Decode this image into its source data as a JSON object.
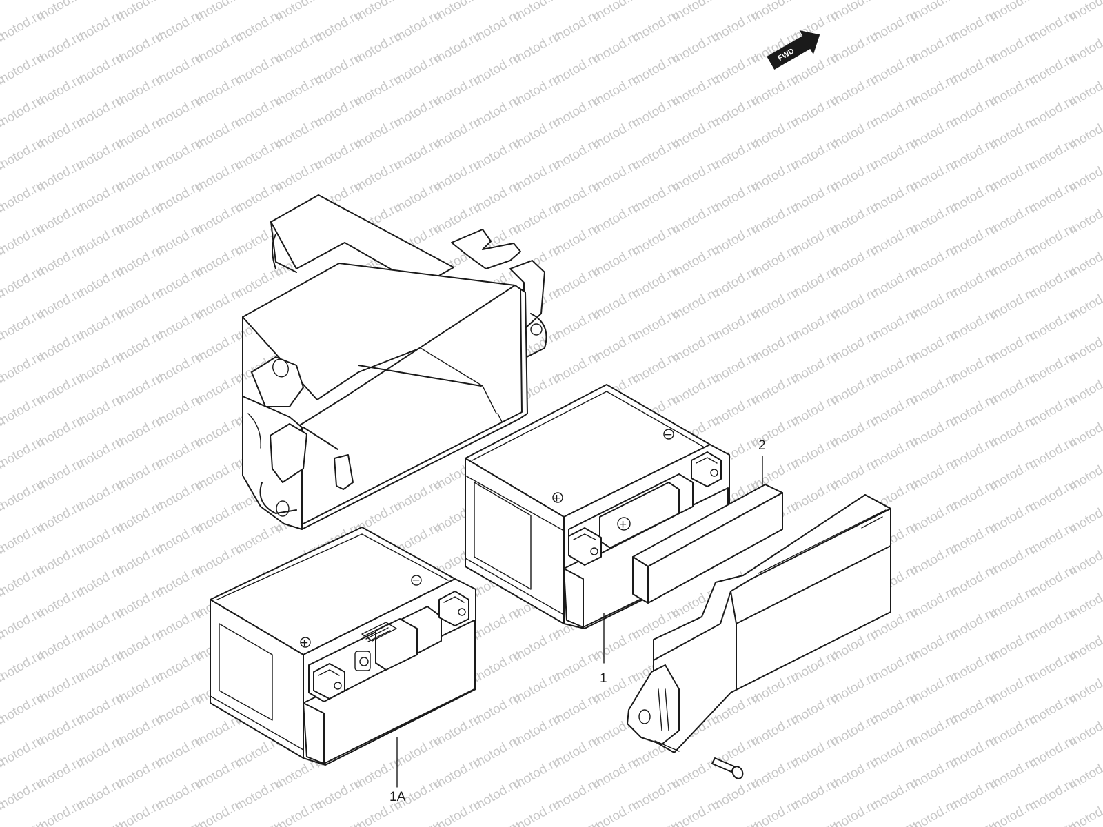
{
  "watermark": {
    "text": "motod.ru"
  },
  "direction_badge": {
    "text": "FWD"
  },
  "callouts": {
    "battery_1a": "1A",
    "battery_1": "1",
    "part_2": "2"
  },
  "terminals": {
    "negative": "−",
    "positive": "+"
  },
  "colors": {
    "line": "#1a1a1a",
    "watermark": "#c8c8c8",
    "background": "#ffffff"
  }
}
